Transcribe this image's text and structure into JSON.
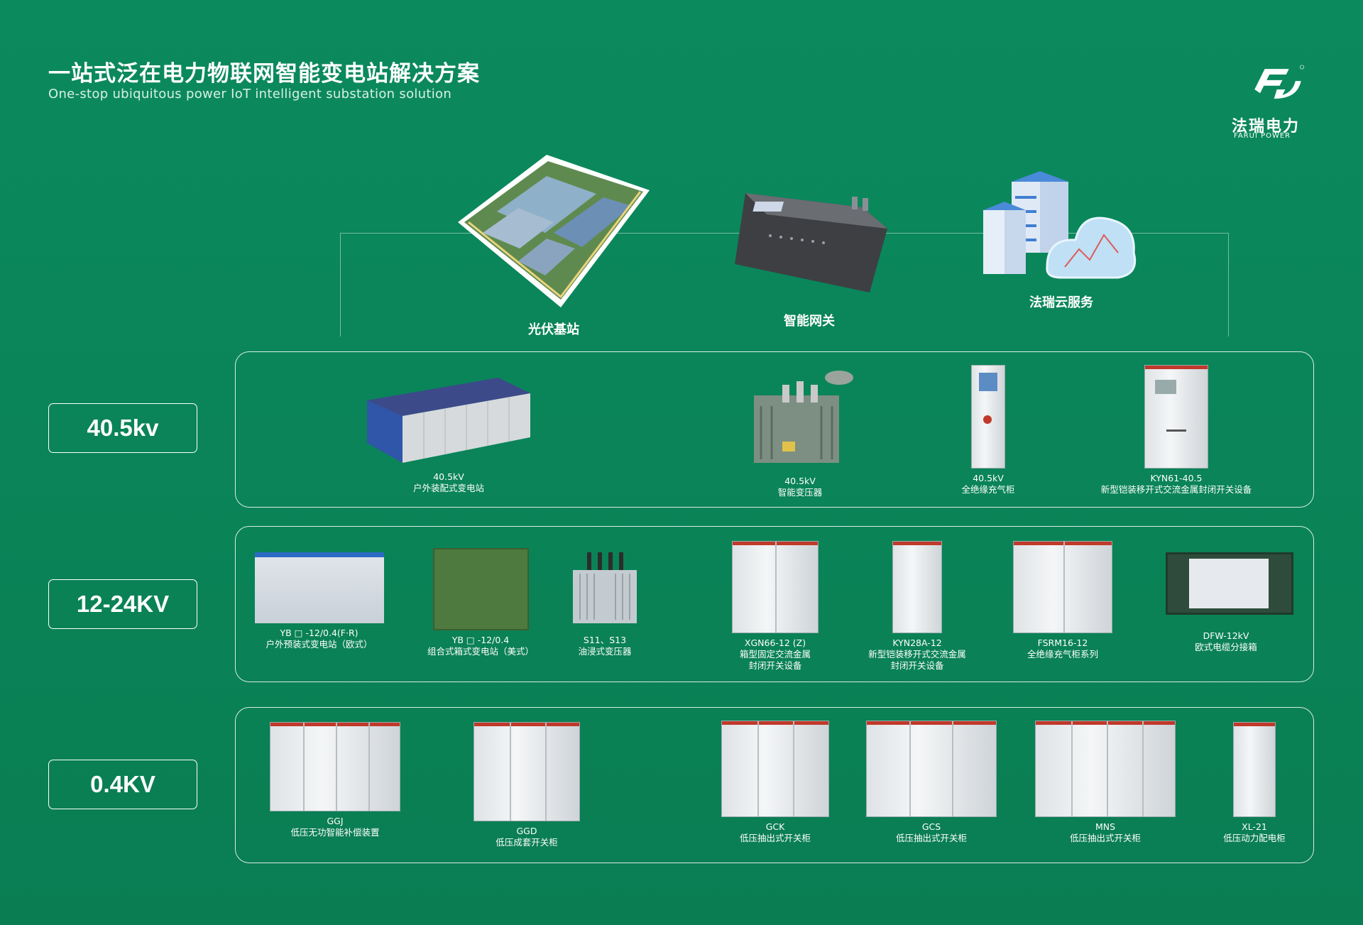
{
  "header": {
    "title": "一站式泛在电力物联网智能变电站解决方案",
    "subtitle": "One-stop ubiquitous power IoT intelligent substation solution"
  },
  "logo": {
    "name": "法瑞电力",
    "sub": "FARUI POWER"
  },
  "top": {
    "items": [
      {
        "label": "光伏基站",
        "icon": "solar-plant-icon"
      },
      {
        "label": "智能网关",
        "icon": "gateway-icon"
      },
      {
        "label": "法瑞云服务",
        "icon": "cloud-service-icon"
      }
    ]
  },
  "rows": [
    {
      "voltage": "40.5kv",
      "products": [
        {
          "l1": "40.5kV",
          "l2": "户外装配式变电站",
          "l3": ""
        },
        {
          "l1": "40.5kV",
          "l2": "智能变压器",
          "l3": ""
        },
        {
          "l1": "40.5kV",
          "l2": "全绝缘充气柜",
          "l3": ""
        },
        {
          "l1": "KYN61-40.5",
          "l2": "新型铠装移开式交流金属封闭开关设备",
          "l3": ""
        }
      ]
    },
    {
      "voltage": "12-24KV",
      "products": [
        {
          "l1": "YB □ -12/0.4(F·R)",
          "l2": "户外预装式变电站（欧式）",
          "l3": ""
        },
        {
          "l1": "YB □ -12/0.4",
          "l2": "组合式箱式变电站（美式）",
          "l3": ""
        },
        {
          "l1": "S11、S13",
          "l2": "油浸式变压器",
          "l3": ""
        },
        {
          "l1": "XGN66-12 (Z)",
          "l2": "箱型固定交流金属",
          "l3": "封闭开关设备"
        },
        {
          "l1": "KYN28A-12",
          "l2": "新型铠装移开式交流金属",
          "l3": "封闭开关设备"
        },
        {
          "l1": "FSRM16-12",
          "l2": "全绝缘充气柜系列",
          "l3": ""
        },
        {
          "l1": "DFW-12kV",
          "l2": "欧式电缆分接箱",
          "l3": ""
        }
      ]
    },
    {
      "voltage": "0.4KV",
      "products": [
        {
          "l1": "GGJ",
          "l2": "低压无功智能补偿装置",
          "l3": ""
        },
        {
          "l1": "GGD",
          "l2": "低压成套开关柜",
          "l3": ""
        },
        {
          "l1": "GCK",
          "l2": "低压抽出式开关柜",
          "l3": ""
        },
        {
          "l1": "GCS",
          "l2": "低压抽出式开关柜",
          "l3": ""
        },
        {
          "l1": "MNS",
          "l2": "低压抽出式开关柜",
          "l3": ""
        },
        {
          "l1": "XL-21",
          "l2": "低压动力配电柜",
          "l3": ""
        }
      ]
    }
  ]
}
